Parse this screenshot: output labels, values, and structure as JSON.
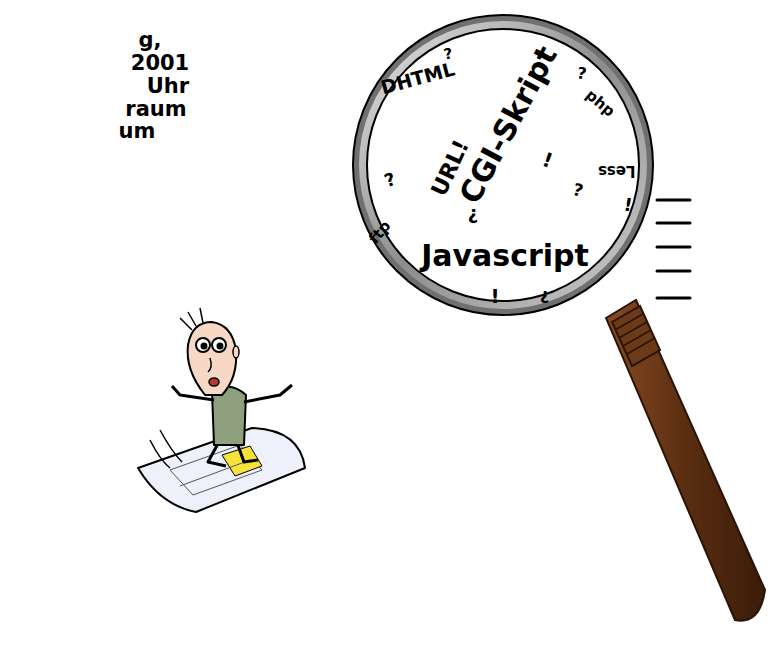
{
  "diagram": {
    "labels": [
      "g,",
      "2001",
      "Uhr",
      "raum",
      "um",
      "DHTML",
      "?",
      "CGI-Skript",
      "?",
      "php",
      "!",
      "Less",
      "?",
      "ftp",
      "URL!",
      "¿",
      "?",
      "!",
      "Javascript",
      "!",
      "?"
    ]
  }
}
